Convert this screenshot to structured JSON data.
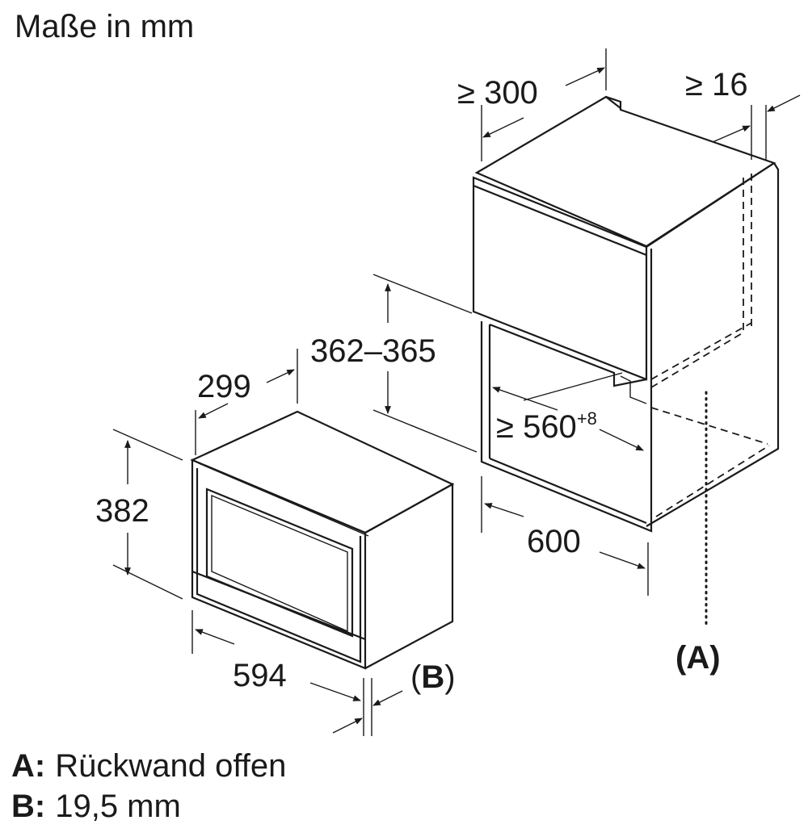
{
  "title": "Maße in mm",
  "dimensions": {
    "niche_depth": "≥ 300",
    "gap": "≥ 16",
    "niche_height": "362–365",
    "inner_width_base": "≥ 560",
    "inner_width_tol": "+8",
    "cabinet_width": "600",
    "device_depth": "299",
    "device_height": "382",
    "device_width": "594"
  },
  "markers": {
    "a": "(A)",
    "b_open": "(",
    "b_letter": "B",
    "b_close": ")"
  },
  "legend": [
    {
      "key": "A:",
      "text": "Rückwand offen"
    },
    {
      "key": "B:",
      "text": "19,5 mm"
    }
  ]
}
